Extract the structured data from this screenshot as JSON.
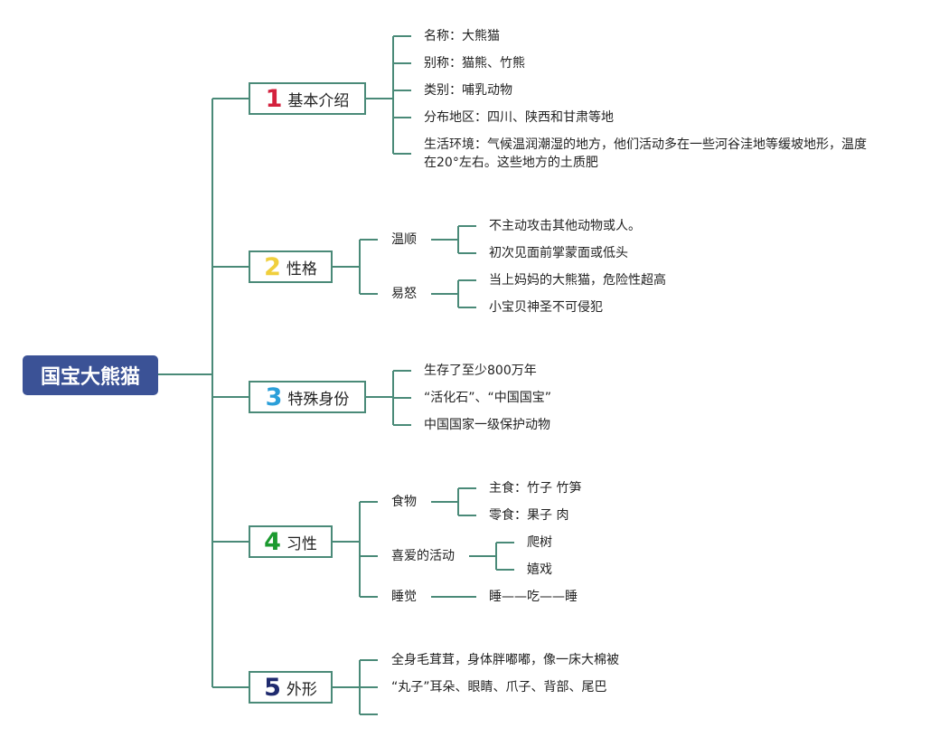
{
  "root": {
    "label": "国宝大熊猫"
  },
  "branches": [
    {
      "num": "1",
      "label": "基本介绍",
      "color": "#d4213d",
      "items": [
        "名称：大熊猫",
        "别称：猫熊、竹熊",
        "类别：哺乳动物",
        "分布地区：四川、陕西和甘肃等地",
        "生活环境：气候温润潮湿的地方，他们活动多在一些河谷洼地等缓坡地形，温度在20°左右。这些地方的土质肥"
      ]
    },
    {
      "num": "2",
      "label": "性格",
      "color": "#f0cf3c",
      "groups": [
        {
          "label": "温顺",
          "items": [
            "不主动攻击其他动物或人。",
            "初次见面前掌蒙面或低头"
          ]
        },
        {
          "label": "易怒",
          "items": [
            "当上妈妈的大熊猫，危险性超高",
            "小宝贝神圣不可侵犯"
          ]
        }
      ]
    },
    {
      "num": "3",
      "label": "特殊身份",
      "color": "#2b9fd9",
      "items": [
        "生存了至少800万年",
        "“活化石”、“中国国宝”",
        "中国国家一级保护动物"
      ]
    },
    {
      "num": "4",
      "label": "习性",
      "color": "#1b9a2f",
      "groups": [
        {
          "label": "食物",
          "items": [
            "主食：竹子 竹笋",
            "零食：果子 肉"
          ]
        },
        {
          "label": "喜爱的活动",
          "items": [
            "爬树",
            "嬉戏"
          ]
        },
        {
          "label": "睡觉",
          "items": [
            "睡——吃——睡"
          ]
        }
      ]
    },
    {
      "num": "5",
      "label": "外形",
      "color": "#1f2a6e",
      "items": [
        "全身毛茸茸，身体胖嘟嘟，像一床大棉被",
        "“丸子”耳朵、眼睛、爪子、背部、尾巴",
        ""
      ]
    }
  ]
}
